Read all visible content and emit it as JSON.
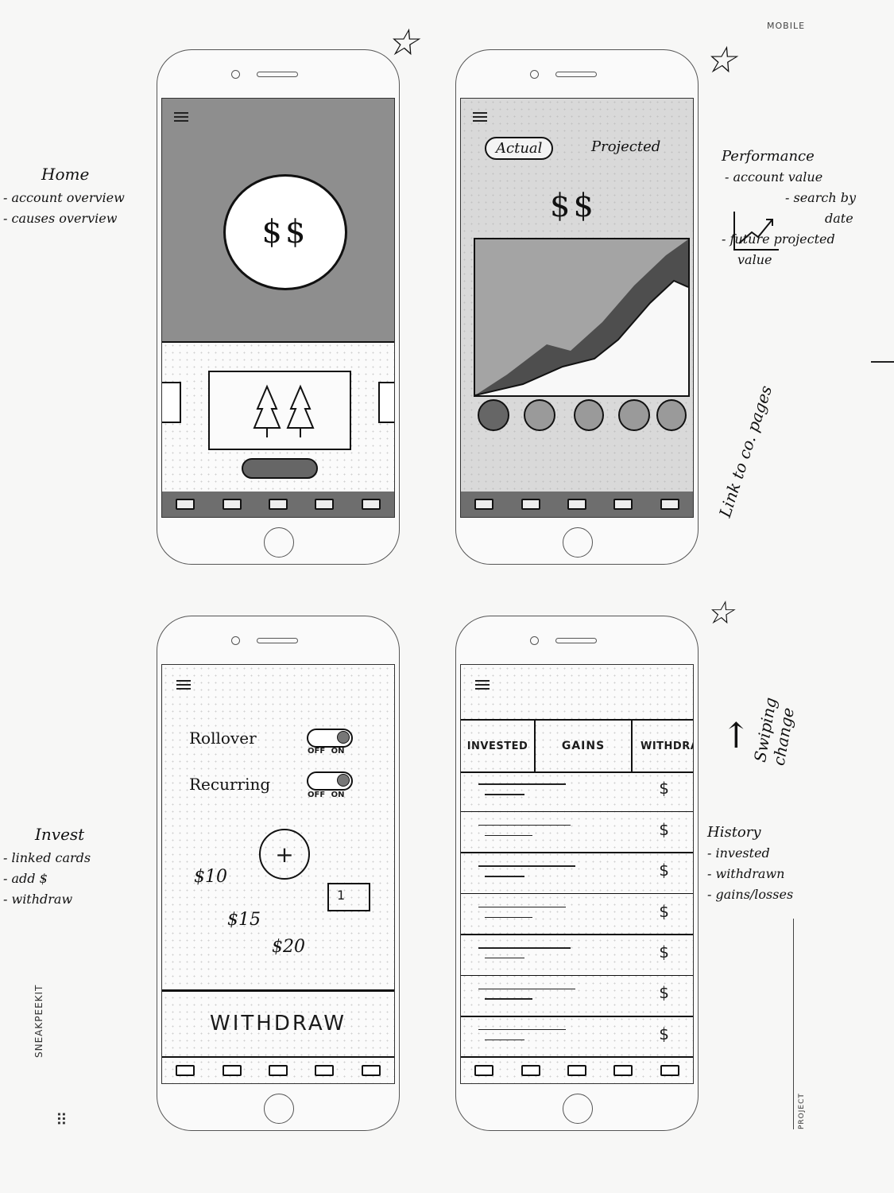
{
  "page": {
    "corner_label": "MOBILE",
    "brand": "SNEAKPEEKIT",
    "project_label": "PROJECT",
    "grid_glyph": "⠿"
  },
  "stars": [
    "☆",
    "☆",
    "☆"
  ],
  "home": {
    "balance": "$$",
    "notes": {
      "title": "Home",
      "items": [
        "- account overview",
        "- causes overview"
      ]
    }
  },
  "performance": {
    "toggle_actual": "Actual",
    "toggle_projected": "Projected",
    "value": "$$",
    "notes": {
      "title": "Performance",
      "items": [
        "- account value",
        "- search by",
        "date",
        "- future projected",
        "value"
      ],
      "side_note": "Link to co. pages"
    }
  },
  "invest": {
    "rollover_label": "Rollover",
    "recurring_label": "Recurring",
    "off": "OFF",
    "on": "ON",
    "plus": "+",
    "amounts": [
      "$10",
      "$15",
      "$20"
    ],
    "card_number": "1",
    "withdraw_label": "WITHDRAW",
    "notes": {
      "title": "Invest",
      "items": [
        "- linked cards",
        "- add $",
        "- withdraw"
      ]
    }
  },
  "history": {
    "tabs": [
      "INVESTED",
      "GAINS",
      "WITHDRA"
    ],
    "currency": "$",
    "row_count": 7,
    "notes": {
      "title": "History",
      "items": [
        "- invested",
        "- withdrawn",
        "- gains/losses"
      ],
      "side_note": "Swiping change"
    }
  },
  "colors": {
    "ink": "#111111",
    "wash": "#8f8f8f",
    "wash_dark": "#6a6a6a",
    "paper": "#f7f7f6"
  }
}
